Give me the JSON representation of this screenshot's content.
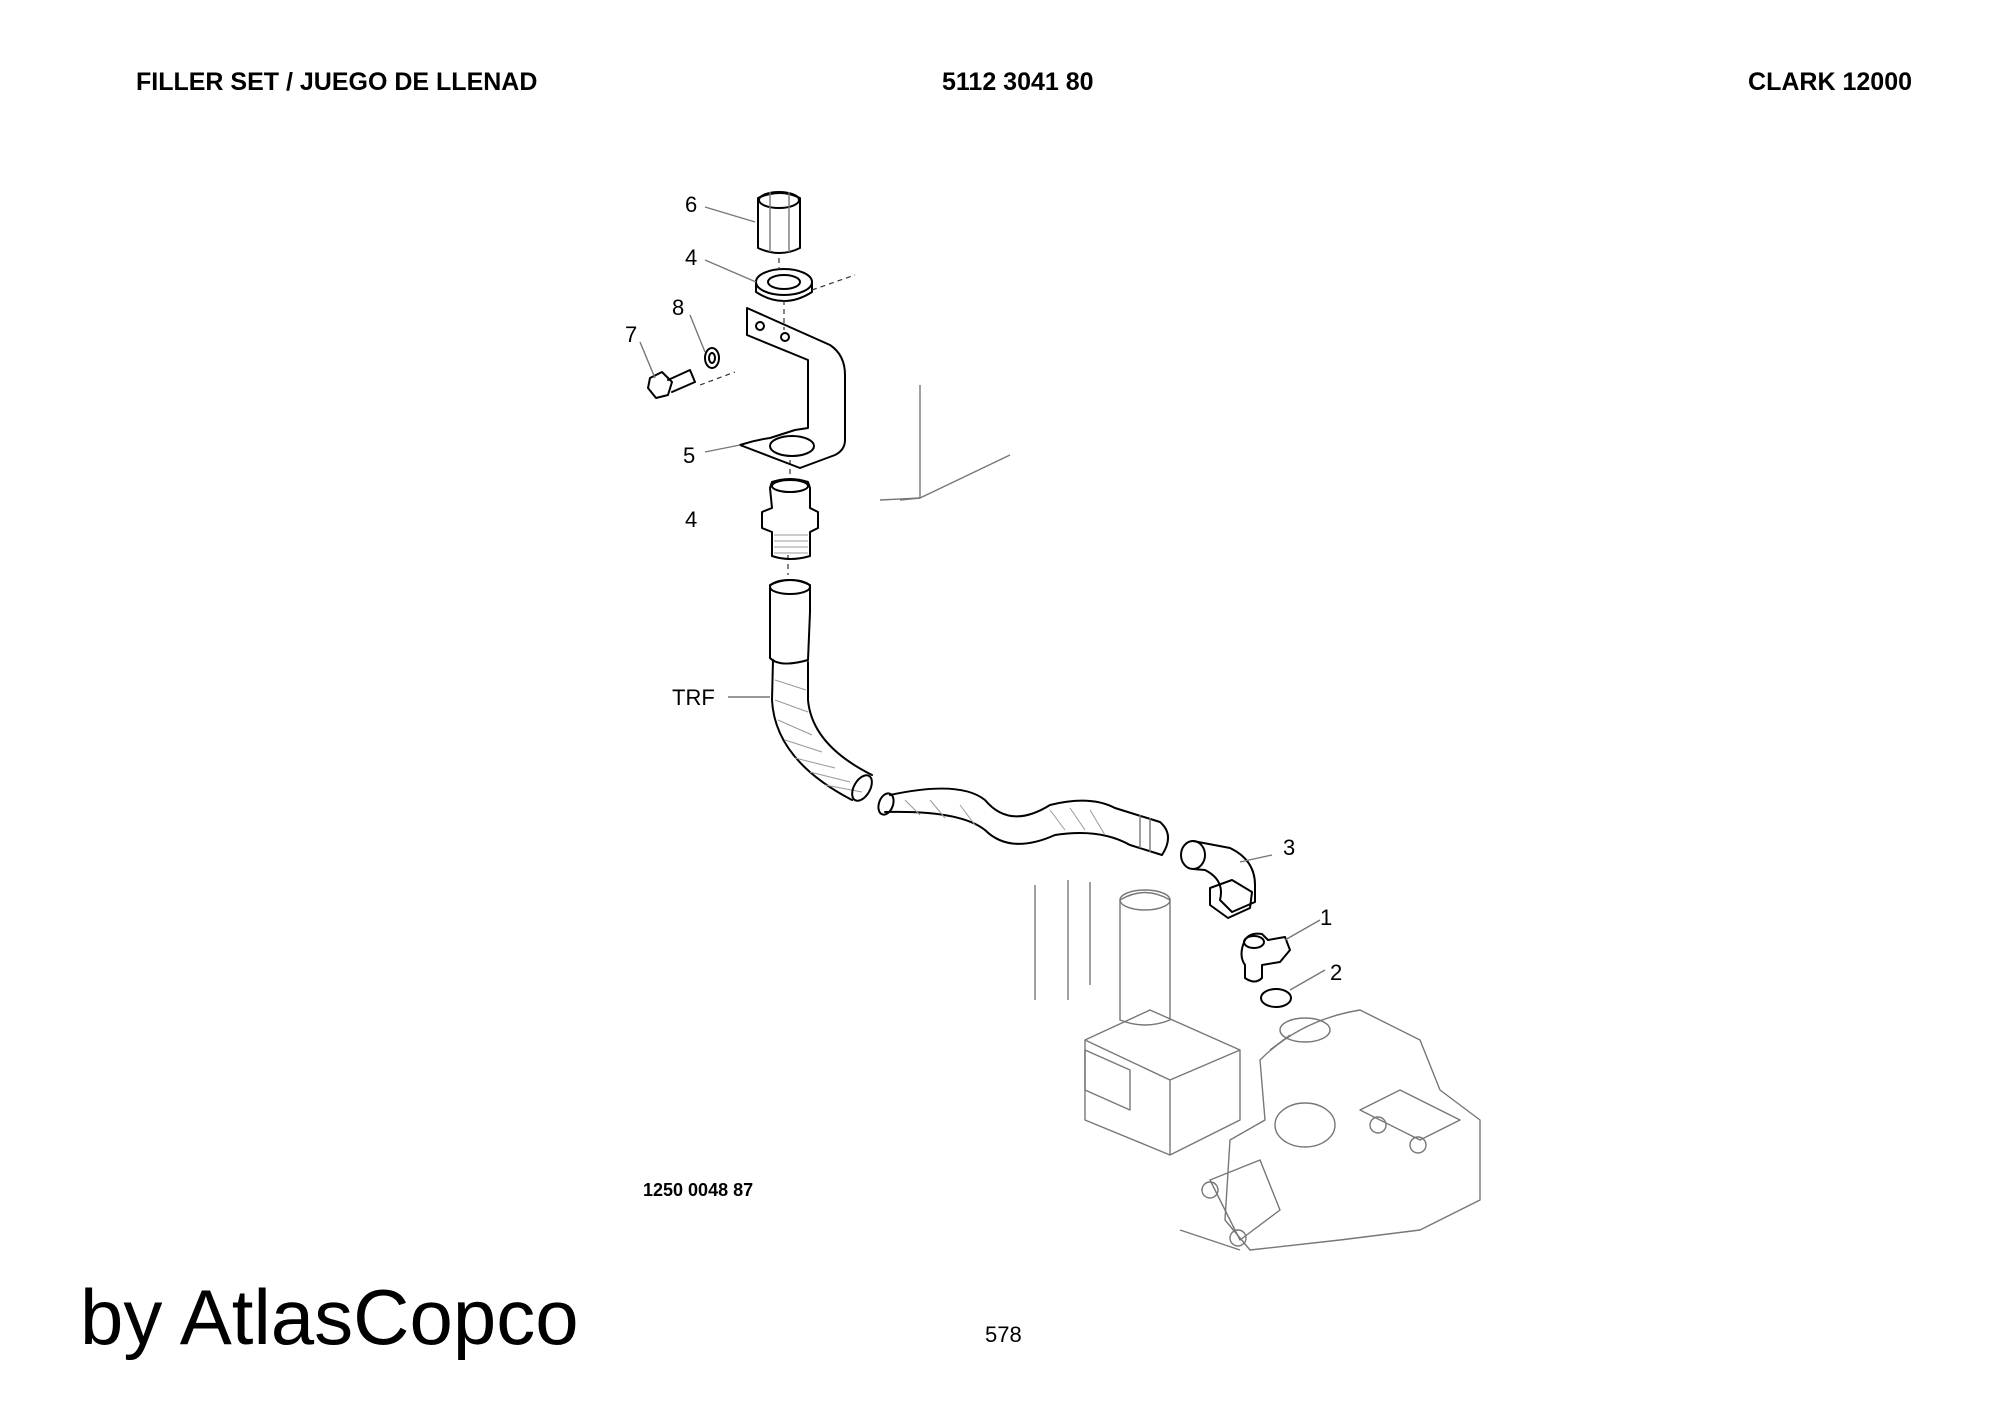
{
  "header": {
    "title": "FILLER SET / JUEGO DE LLENAD",
    "part_number": "5112 3041 80",
    "model": "CLARK 12000"
  },
  "callouts": {
    "c6": "6",
    "c4a": "4",
    "c8": "8",
    "c7": "7",
    "c5": "5",
    "c4b": "4",
    "trf": "TRF",
    "c3": "3",
    "c1": "1",
    "c2": "2"
  },
  "drawing_number": "1250 0048 87",
  "watermark": "by AtlasCopco",
  "page_number": "578"
}
